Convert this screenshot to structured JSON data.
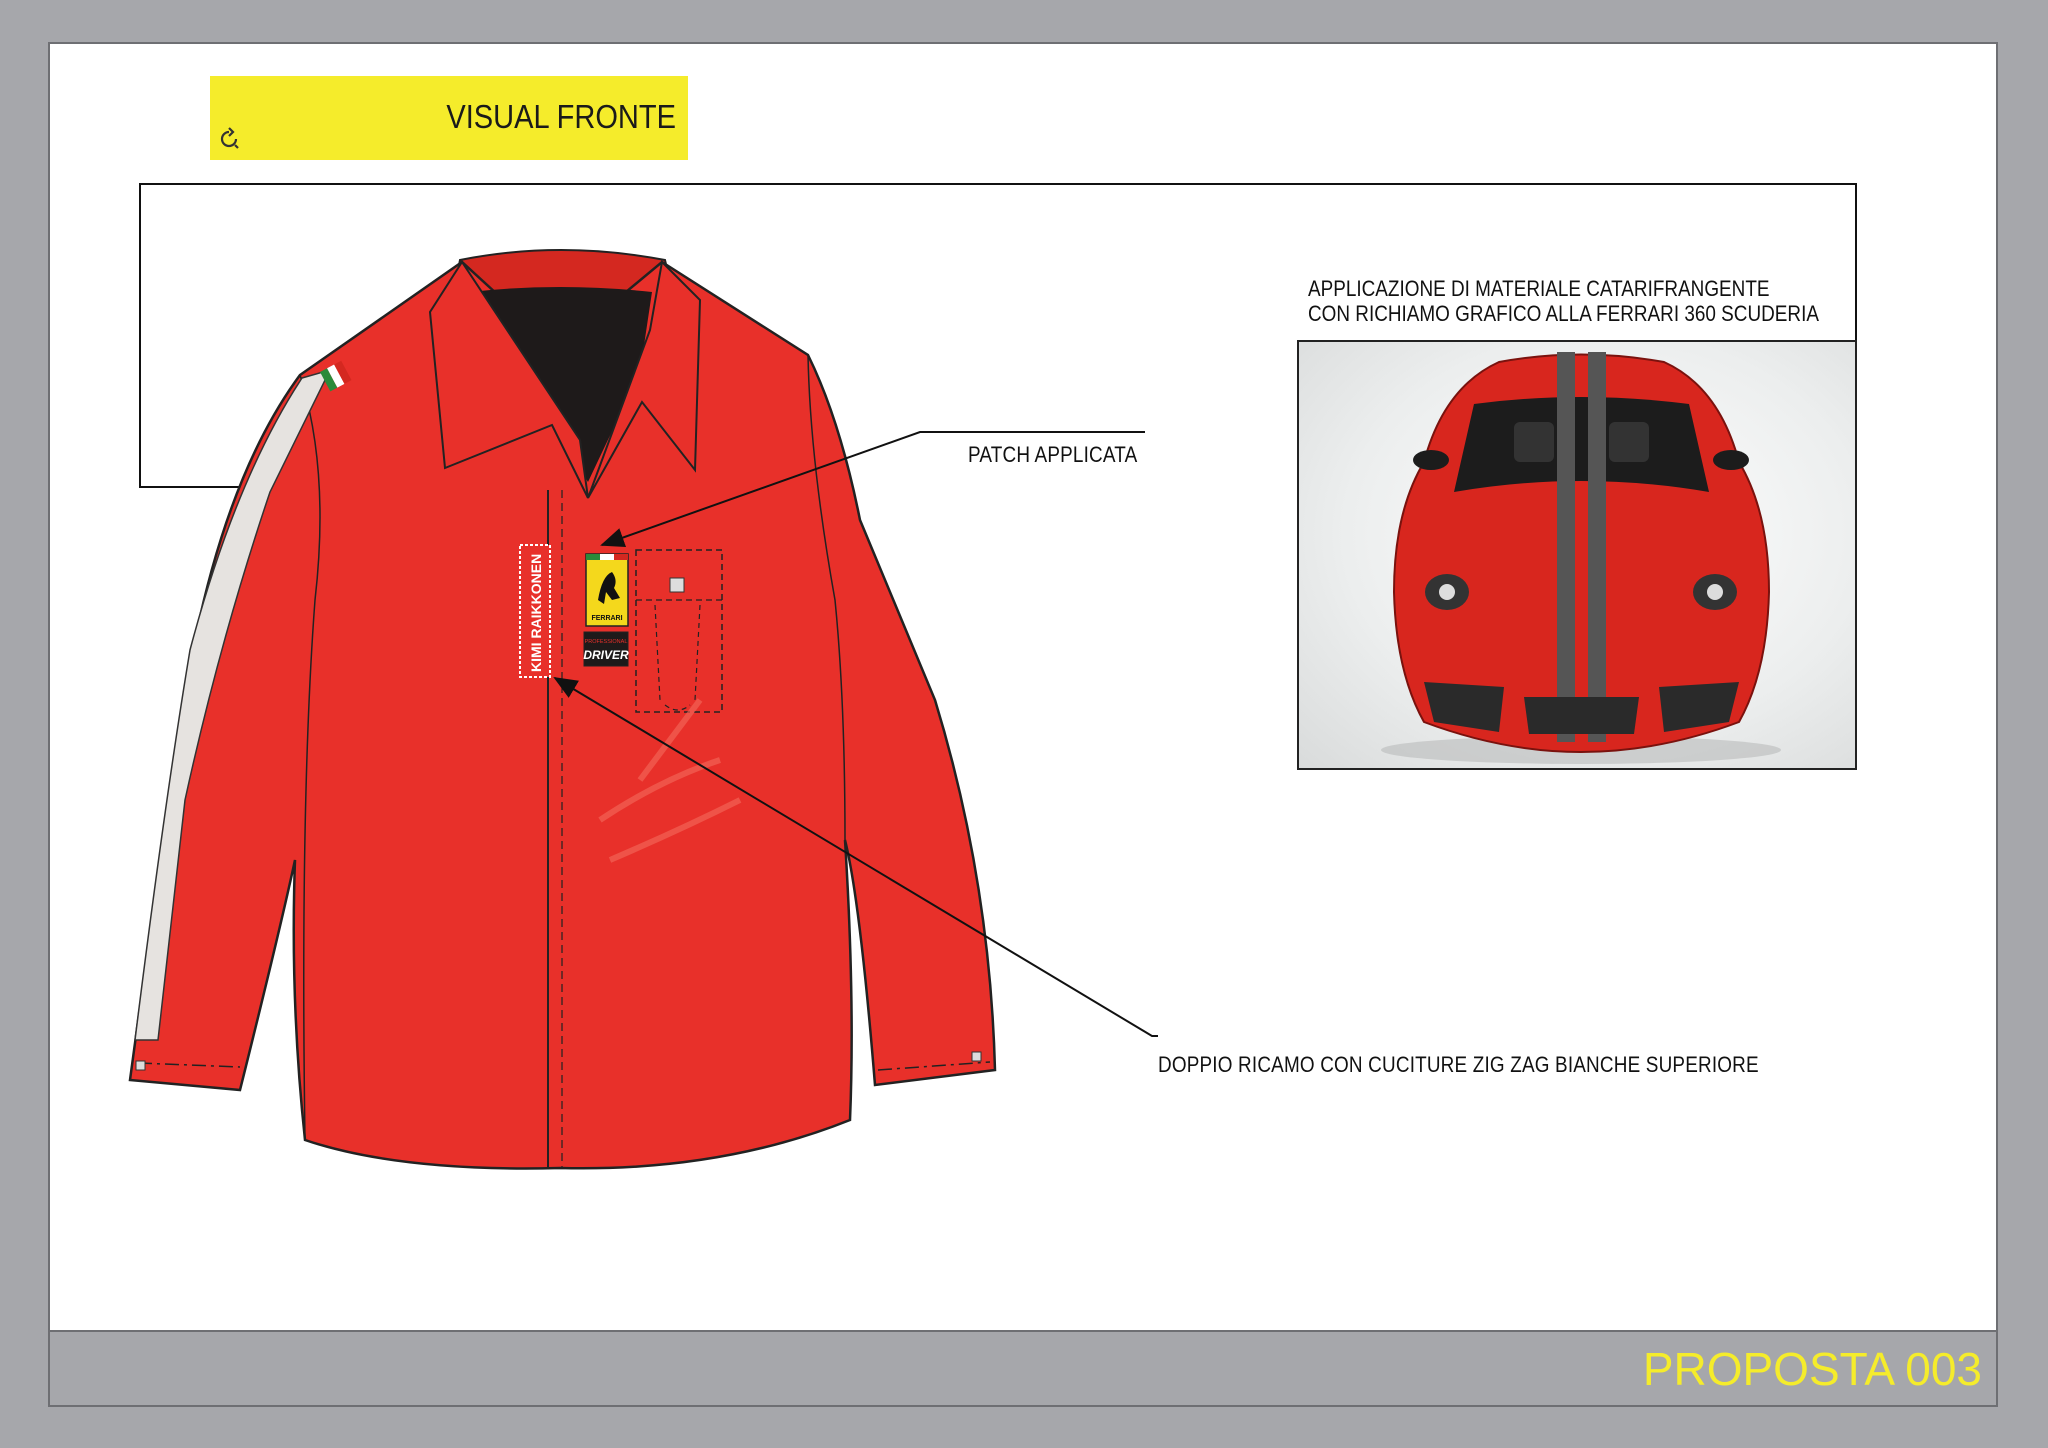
{
  "header": {
    "title": "VISUAL FRONTE",
    "icon": "refresh-icon"
  },
  "callouts": {
    "patch": "PATCH APPLICATA",
    "embroidery": "DOPPIO RICAMO CON CUCITURE ZIG ZAG BIANCHE SUPERIORE",
    "reflective_line1": "APPLICAZIONE DI MATERIALE CATARIFRANGENTE",
    "reflective_line2": "CON RICHIAMO GRAFICO ALLA FERRARI 360 SCUDERIA"
  },
  "shirt": {
    "badge_text": "FERRARI",
    "name_embroidery": "KIMI RAIKKONEN",
    "patch_small_text": "PROFESSIONAL",
    "patch_main_text": "DRIVER",
    "color": "#e8302a"
  },
  "footer": {
    "label": "PROPOSTA 003"
  },
  "colors": {
    "accent_yellow": "#f5ec2b",
    "frame_gray": "#a6a7ab",
    "shirt_red": "#e8302a",
    "car_red": "#d8261e"
  }
}
